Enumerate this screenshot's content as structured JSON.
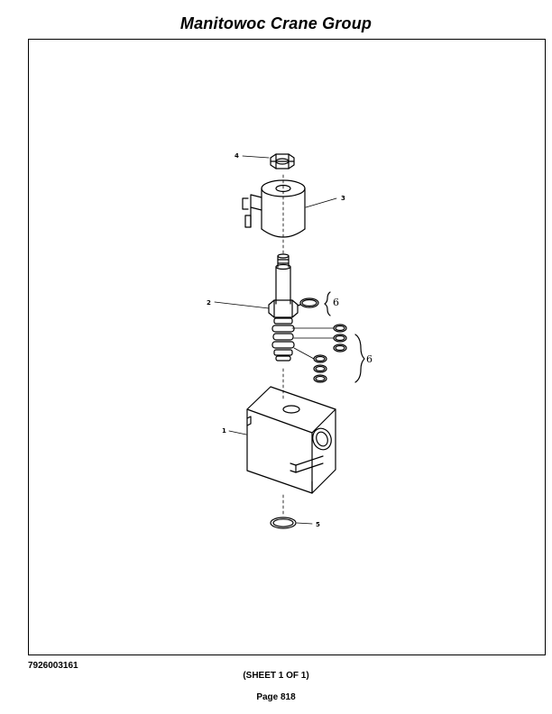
{
  "header": {
    "title": "Manitowoc Crane Group"
  },
  "drawing": {
    "callouts": {
      "c1": "1",
      "c2": "2",
      "c3": "3",
      "c4": "4",
      "c5": "5",
      "c6a": "6",
      "c6b": "6"
    }
  },
  "footer": {
    "part_number": "7926003161",
    "sheet": "(SHEET 1 OF 1)",
    "page": "Page 818"
  }
}
